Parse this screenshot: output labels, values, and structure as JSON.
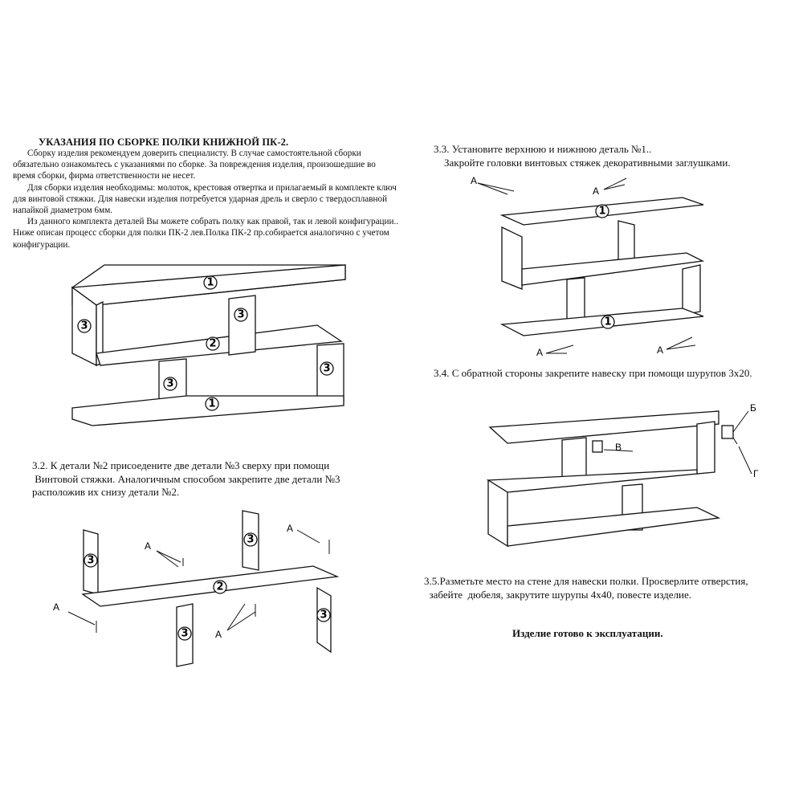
{
  "header": {
    "title": "УКАЗАНИЯ ПО СБОРКЕ  ПОЛКИ КНИЖНОЙ ПК-2.",
    "paragraphs": [
      "Сборку изделия рекомендуем доверить специалисту. В случае самостоятельной сборки обязательно ознакомьтесь с указаниями по сборке. За повреждения изделия, произошедшие во время сборки, фирма ответственности не несет.",
      "Для сборки изделия необходимы: молоток, крестовая отвертка и прилагаемый в комплекте ключ для  винтовой стяжки. Для   навески изделия потребуется  ударная дрель и сверло с твердосплавной напайкой диаметром 6мм.",
      "Из данного комплекта деталей Вы можете собрать полку как правой, так и левой конфигурации.. Ниже описан процесс сборки для полки ПК-2 лев.Полка ПК-2 пр.собирается аналогично с учетом конфигурации."
    ]
  },
  "steps": {
    "s3_2": {
      "line1": "3.2. К детали №2 присоедените две детали №3 сверху при помощи",
      "line2": " Винтовой стяжки. Аналогичным способом закрепите две детали №3",
      "line3": "расположив их снизу детали №2."
    },
    "s3_3": {
      "line1": "3.3. Установите верхнюю и нижнюю деталь №1..",
      "line2": "    Закройте головки винтовых стяжек декоративными заглушками."
    },
    "s3_4": {
      "line1": "3.4. С обратной стороны закрепите навеску при помощи шурупов 3х20."
    },
    "s3_5": {
      "line1": "3.5.Разметьте место на стене для навески полки. Просверлите отверстия,",
      "line2": "  забейте  дюбеля, закрутите шурупы 4х40, повесте изделие."
    },
    "final": "Изделие  готово к эксплуатации."
  },
  "figures": {
    "part_1": "1",
    "part_2": "2",
    "part_3": "3",
    "label_a": "А",
    "label_b": "Б",
    "label_v": "В",
    "label_g": "Г"
  }
}
